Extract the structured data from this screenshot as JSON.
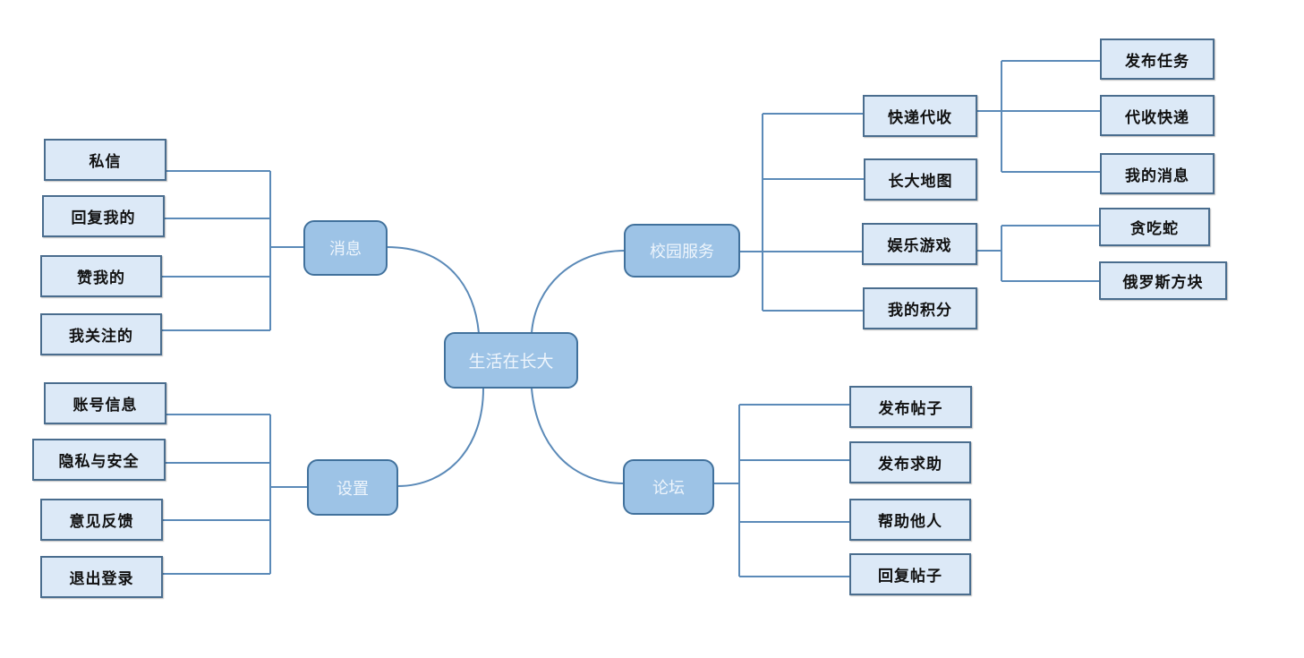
{
  "root": {
    "label": "生活在长大"
  },
  "branches": {
    "messages": {
      "label": "消息",
      "children": [
        "私信",
        "回复我的",
        "赞我的",
        "我关注的"
      ]
    },
    "settings": {
      "label": "设置",
      "children": [
        "账号信息",
        "隐私与安全",
        "意见反馈",
        "退出登录"
      ]
    },
    "campus": {
      "label": "校园服务",
      "children": [
        {
          "label": "快递代收",
          "children": [
            "发布任务",
            "代收快递",
            "我的消息"
          ]
        },
        {
          "label": "长大地图"
        },
        {
          "label": "娱乐游戏",
          "children": [
            "贪吃蛇",
            "俄罗斯方块"
          ]
        },
        {
          "label": "我的积分"
        }
      ]
    },
    "forum": {
      "label": "论坛",
      "children": [
        "发布帖子",
        "发布求助",
        "帮助他人",
        "回复帖子"
      ]
    }
  },
  "colors": {
    "main_fill": "#9dc3e6",
    "main_border": "#41719c",
    "leaf_fill": "#dce9f7",
    "leaf_border": "#4a6d8e",
    "connector": "#5b8ab8"
  }
}
